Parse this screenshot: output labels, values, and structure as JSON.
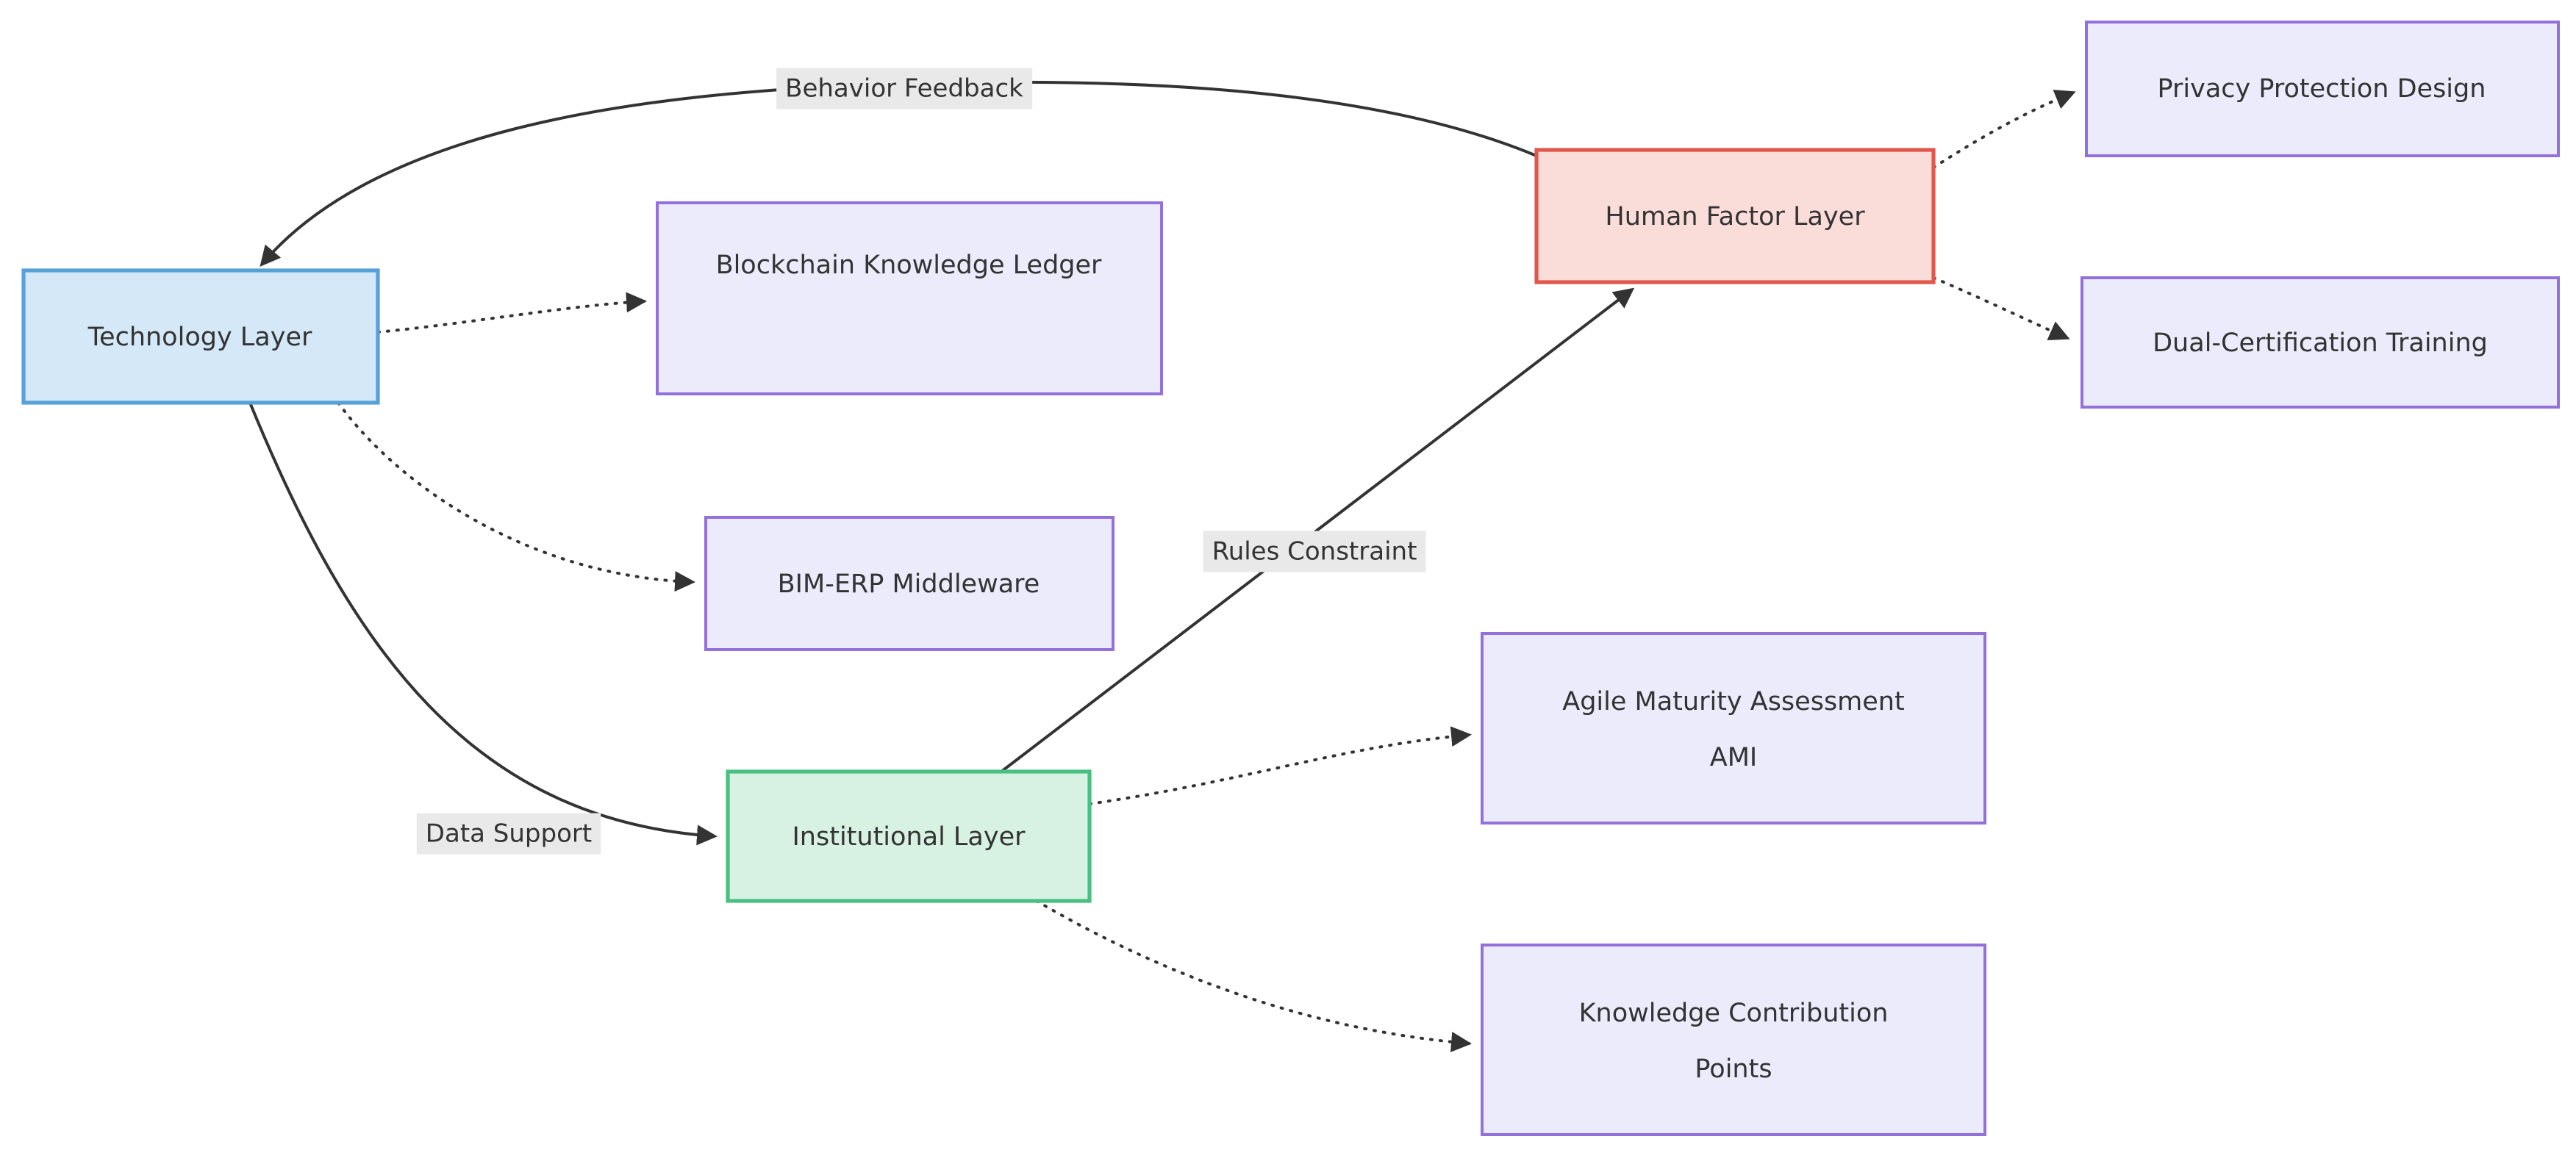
{
  "diagram": {
    "title_hint": "Layer relationship flowchart",
    "colors": {
      "background": "#ffffff",
      "line": "#333333",
      "text": "#333333",
      "edge_label_bg": "#e9e9e9"
    },
    "nodes": {
      "technology": {
        "label": "Technology Layer",
        "fill": "#d4e8f7",
        "stroke": "#56a1d8"
      },
      "blockchain": {
        "label": "Blockchain Knowledge Ledger",
        "fill": "#ecebfb",
        "stroke": "#9370db"
      },
      "bim_erp": {
        "label": "BIM-ERP Middleware",
        "fill": "#ecebfb",
        "stroke": "#9370db"
      },
      "institutional": {
        "label": "Institutional Layer",
        "fill": "#d7f2e2",
        "stroke": "#48c081"
      },
      "human_factor": {
        "label": "Human Factor Layer",
        "fill": "#fadcd9",
        "stroke": "#e0584c"
      },
      "privacy": {
        "label": "Privacy Protection Design",
        "fill": "#ecebfb",
        "stroke": "#9370db"
      },
      "dual_cert": {
        "label": "Dual-Certification Training",
        "fill": "#ecebfb",
        "stroke": "#9370db"
      },
      "agile": {
        "line1": "Agile Maturity Assessment",
        "line2": "AMI",
        "fill": "#ecebfb",
        "stroke": "#9370db"
      },
      "knowledge": {
        "line1": "Knowledge Contribution",
        "line2": "Points",
        "fill": "#ecebfb",
        "stroke": "#9370db"
      }
    },
    "edge_labels": {
      "behavior_feedback": "Behavior Feedback",
      "rules_constraint": "Rules Constraint",
      "data_support": "Data Support"
    },
    "edges": [
      {
        "from": "human_factor",
        "to": "technology",
        "style": "solid",
        "label": "Behavior Feedback"
      },
      {
        "from": "technology",
        "to": "blockchain",
        "style": "dotted",
        "label": ""
      },
      {
        "from": "technology",
        "to": "bim_erp",
        "style": "dotted",
        "label": ""
      },
      {
        "from": "technology",
        "to": "institutional",
        "style": "solid",
        "label": "Data Support"
      },
      {
        "from": "institutional",
        "to": "human_factor",
        "style": "solid",
        "label": "Rules Constraint"
      },
      {
        "from": "human_factor",
        "to": "privacy",
        "style": "dotted",
        "label": ""
      },
      {
        "from": "human_factor",
        "to": "dual_cert",
        "style": "dotted",
        "label": ""
      },
      {
        "from": "institutional",
        "to": "agile",
        "style": "dotted",
        "label": ""
      },
      {
        "from": "institutional",
        "to": "knowledge",
        "style": "dotted",
        "label": ""
      }
    ]
  }
}
